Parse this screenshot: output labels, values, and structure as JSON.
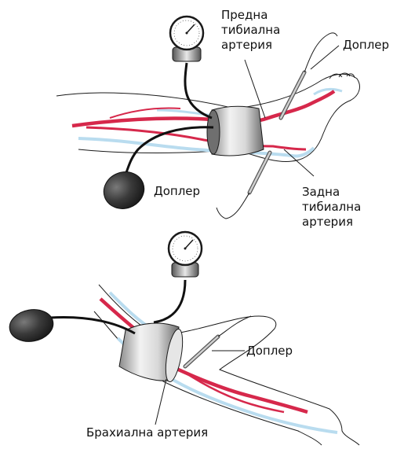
{
  "labels": {
    "anterior_tibial_artery": [
      "Предна",
      "тибиална",
      "артерия"
    ],
    "doppler_top_right": "Доплер",
    "doppler_leg_bottom": "Доплер",
    "posterior_tibial_artery": [
      "Задна",
      "тибиална",
      "артерия"
    ],
    "doppler_arm": "Доплер",
    "brachial_artery": "Брахиална артерия"
  },
  "colors": {
    "artery": "#d6284b",
    "vein": "#b9dcef",
    "cuff_light": "#e6e6e6",
    "cuff_dark": "#6f6f6f",
    "bulb": "#2b2b2b",
    "tube": "#111111",
    "outline": "#1a1a1a"
  },
  "icons": [
    "sphygmomanometer-gauge-icon",
    "inflation-bulb-icon",
    "doppler-probe-icon",
    "blood-pressure-cuff-icon"
  ]
}
